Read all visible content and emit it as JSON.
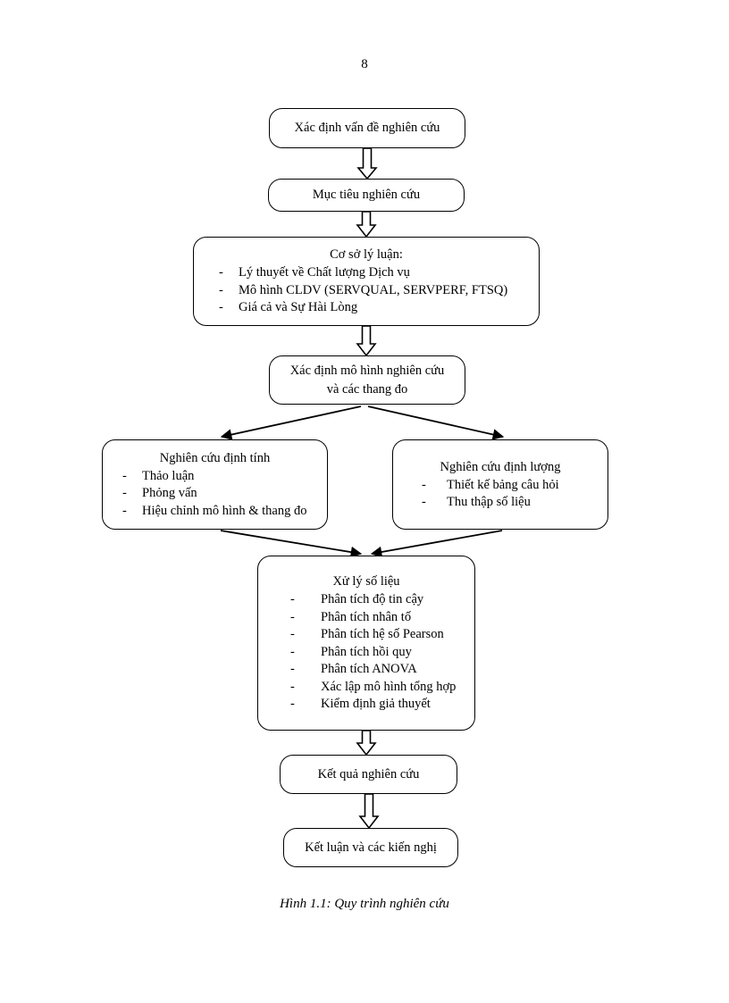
{
  "page": {
    "number": "8",
    "caption": "Hình 1.1: Quy trình nghiên cứu"
  },
  "flowchart": {
    "nodes": [
      {
        "id": "problem",
        "title": "Xác định vấn đề nghiên cứu",
        "bullets": []
      },
      {
        "id": "objective",
        "title": "Mục tiêu nghiên cứu",
        "bullets": []
      },
      {
        "id": "theory",
        "title": "Cơ sở lý luận:",
        "bullets": [
          "Lý thuyết về Chất lượng Dịch vụ",
          "Mô hình CLDV (SERVQUAL, SERVPERF, FTSQ)",
          "Giá cả và Sự Hài Lòng"
        ]
      },
      {
        "id": "model",
        "title": "Xác định mô hình nghiên cứu và các thang đo",
        "title_line1": "Xác định mô hình nghiên cứu",
        "title_line2": "và các thang đo",
        "bullets": []
      },
      {
        "id": "qualitative",
        "title": "Nghiên cứu định tính",
        "bullets": [
          "Thảo luận",
          "Phỏng vấn",
          "Hiệu chỉnh mô hình & thang đo"
        ]
      },
      {
        "id": "quantitative",
        "title": "Nghiên cứu định lượng",
        "bullets": [
          "Thiết kế bảng câu hỏi",
          "Thu thập số liệu"
        ]
      },
      {
        "id": "processing",
        "title": "Xử lý số liệu",
        "bullets": [
          "Phân tích độ tin cậy",
          "Phân tích nhân tố",
          "Phân tích hệ số Pearson",
          "Phân tích hồi quy",
          "Phân tích ANOVA",
          "Xác lập mô hình tổng hợp",
          "Kiểm định giả thuyết"
        ]
      },
      {
        "id": "result",
        "title": "Kết quả nghiên cứu",
        "bullets": []
      },
      {
        "id": "conclusion",
        "title": "Kết luận và các kiến nghị",
        "bullets": []
      }
    ],
    "bullet_marker": "-",
    "edges": [
      {
        "from": "problem",
        "to": "objective",
        "style": "block-arrow"
      },
      {
        "from": "objective",
        "to": "theory",
        "style": "block-arrow"
      },
      {
        "from": "theory",
        "to": "model",
        "style": "block-arrow"
      },
      {
        "from": "model",
        "to": "qualitative",
        "style": "line-arrow"
      },
      {
        "from": "model",
        "to": "quantitative",
        "style": "line-arrow"
      },
      {
        "from": "qualitative",
        "to": "processing",
        "style": "line-arrow"
      },
      {
        "from": "quantitative",
        "to": "processing",
        "style": "line-arrow"
      },
      {
        "from": "processing",
        "to": "result",
        "style": "block-arrow"
      },
      {
        "from": "result",
        "to": "conclusion",
        "style": "block-arrow"
      }
    ]
  },
  "colors": {
    "stroke": "#000000",
    "background": "#ffffff",
    "text": "#000000"
  }
}
